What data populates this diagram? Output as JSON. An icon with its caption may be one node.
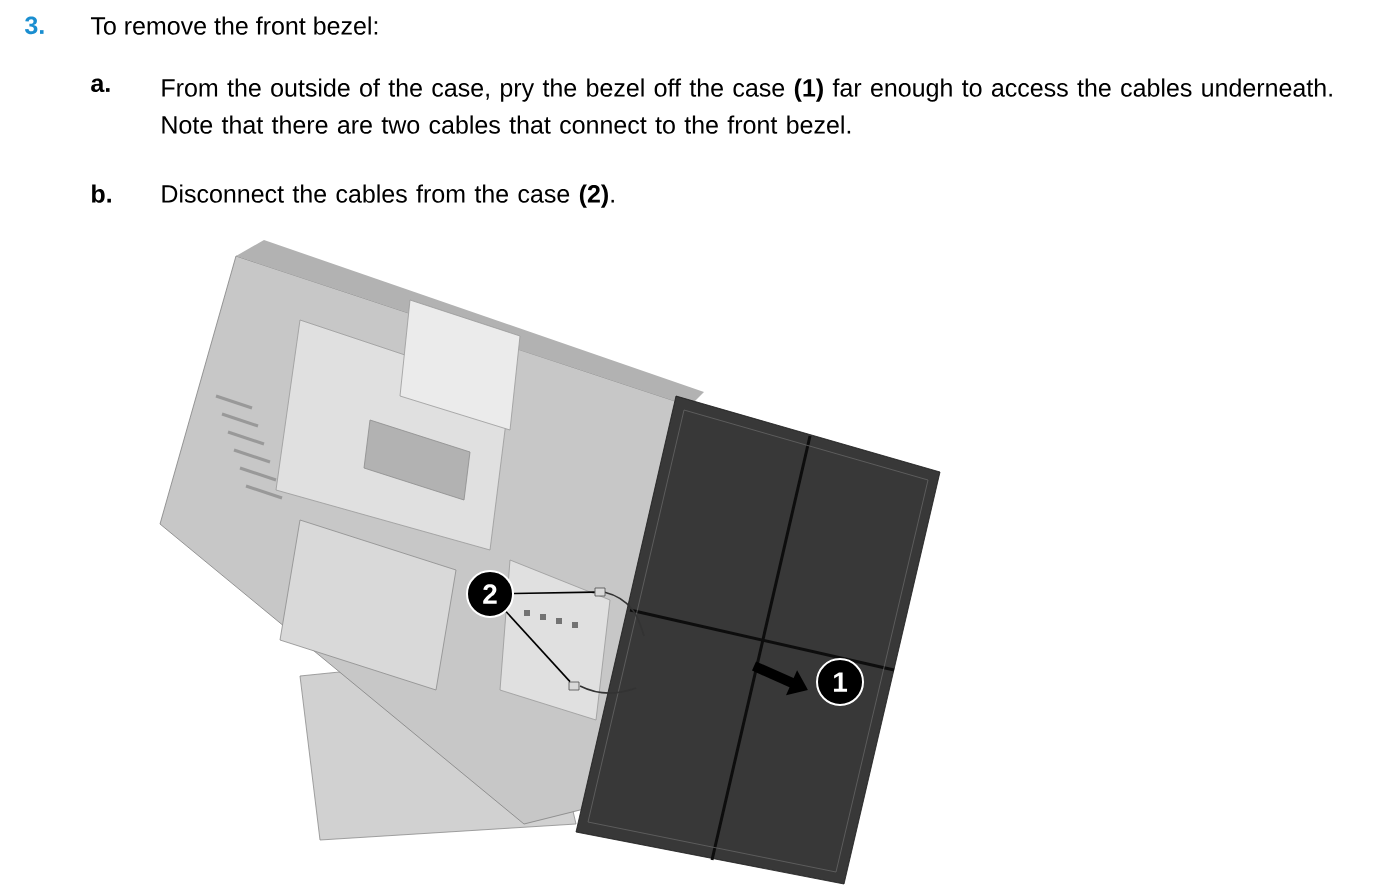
{
  "diagram": {
    "nodes": [
      {
        "text": [
          "2"
        ]
      },
      {
        "text": [],
        "shape": "box"
      },
      {
        "text": [],
        "shape": "box"
      },
      {
        "text": [
          "1"
        ]
      }
    ],
    "edges": [
      {
        "from": 0,
        "to": 1,
        "arrow": "none"
      },
      {
        "from": 0,
        "to": 2,
        "arrow": "none"
      }
    ],
    "labels": [
      "3.",
      "To remove the front bezel:",
      "a.",
      "From the outside of the case, pry the bezel off the case **(1)** far enough to access the cables underneath. Note that there are two cables that connect to the front bezel.",
      "b.",
      "Disconnect the cables from the case **(2)**."
    ]
  }
}
